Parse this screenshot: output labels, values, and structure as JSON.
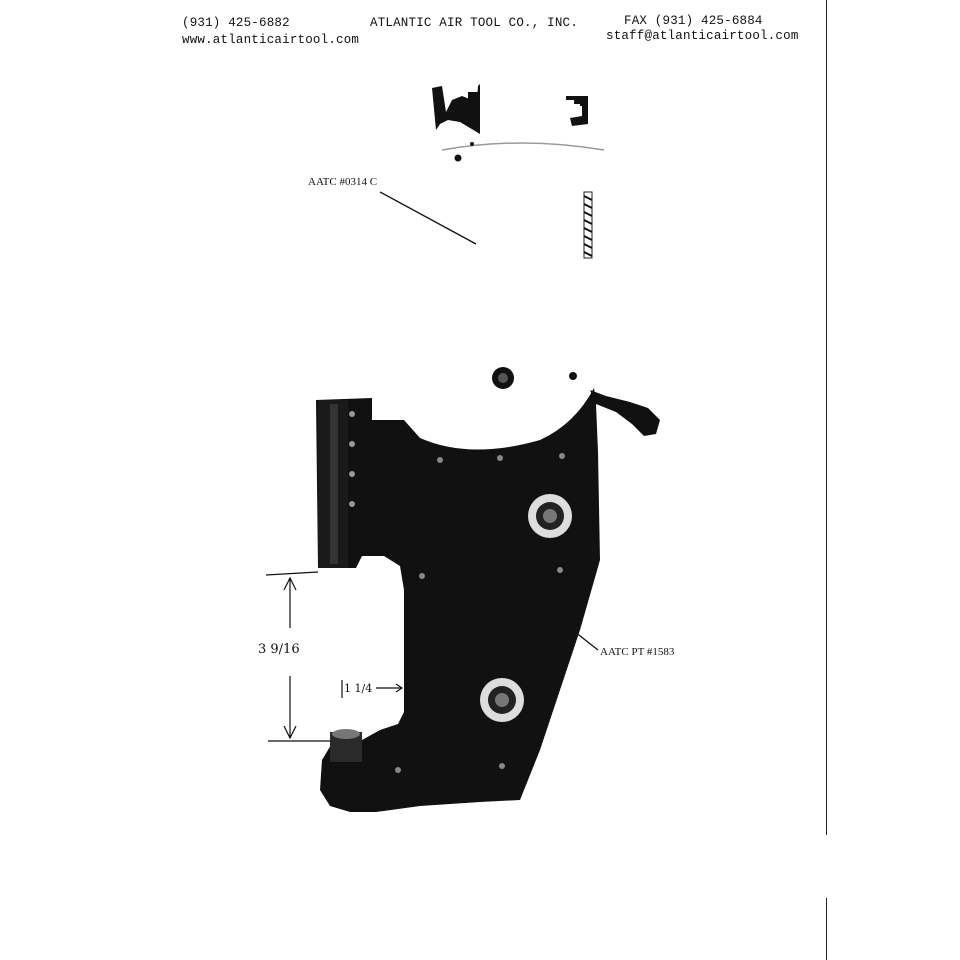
{
  "header": {
    "phone": "(931) 425-6882",
    "company": "ATLANTIC AIR TOOL CO., INC.",
    "fax": "FAX (931) 425-6884",
    "website": "www.atlanticairtool.com",
    "email": "staff@atlanticairtool.com"
  },
  "callouts": {
    "upper_part": "AATC #0314 C",
    "lower_part": "AATC  PT #1583"
  },
  "dimensions": {
    "height": "3 9/16",
    "throat": "1 1/4"
  }
}
